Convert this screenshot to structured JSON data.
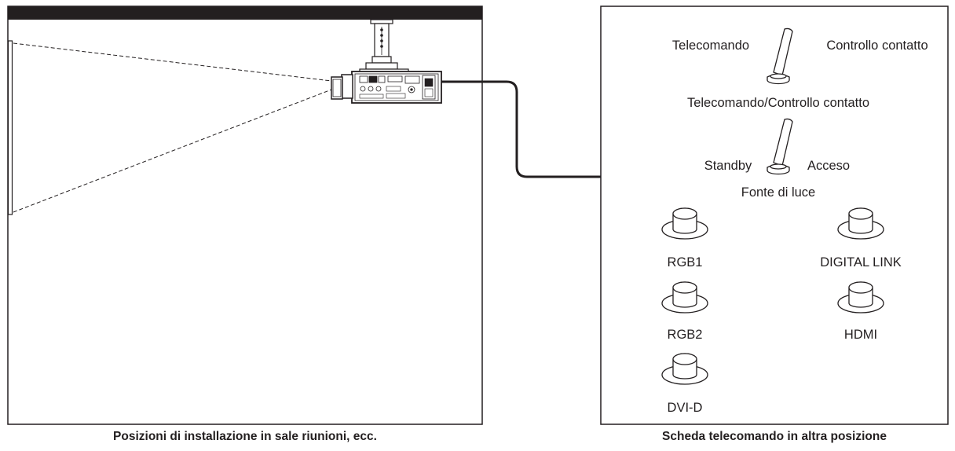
{
  "room_panel": {
    "caption": "Posizioni di installazione in sale riunioni, ecc."
  },
  "remote_panel": {
    "caption": "Scheda telecomando in altra posizione",
    "switch_1": {
      "left_label": "Telecomando",
      "right_label": "Controllo contatto",
      "bottom_label": "Telecomando/Controllo contatto"
    },
    "switch_2": {
      "left_label": "Standby",
      "right_label": "Acceso",
      "bottom_label": "Fonte di luce"
    },
    "buttons": [
      {
        "label": "RGB1"
      },
      {
        "label": "DIGITAL LINK"
      },
      {
        "label": "RGB2"
      },
      {
        "label": "HDMI"
      },
      {
        "label": "DVI-D"
      }
    ]
  },
  "colors": {
    "line": "#231f20",
    "background": "#ffffff"
  }
}
